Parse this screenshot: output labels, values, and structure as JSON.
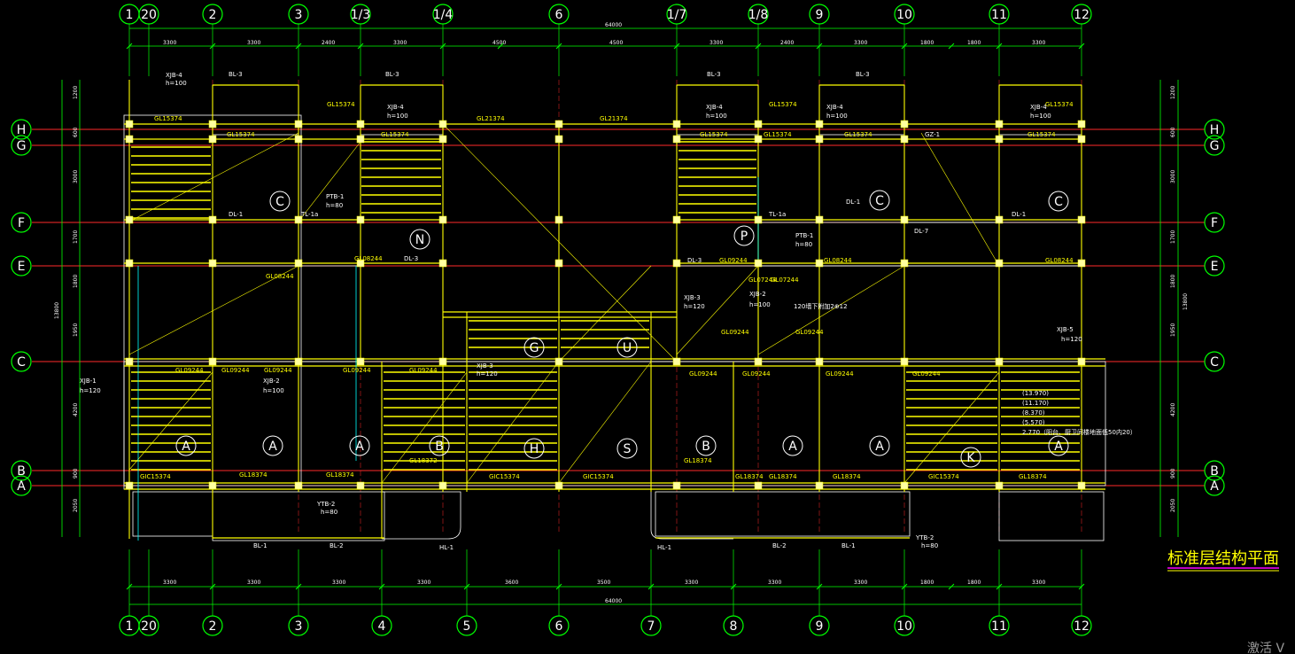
{
  "colors": {
    "grid": "#00ff00",
    "beam": "#ffff00",
    "axis_red": "#ff2a2a",
    "wall": "#ffffff",
    "cyan": "#00ffff",
    "bg": "#000000"
  },
  "top_axes": [
    {
      "label": "1"
    },
    {
      "label": "20"
    },
    {
      "label": "2"
    },
    {
      "label": "3"
    },
    {
      "label": "1/3"
    },
    {
      "label": "1/4"
    },
    {
      "label": "6"
    },
    {
      "label": "1/7"
    },
    {
      "label": "1/8"
    },
    {
      "label": "9"
    },
    {
      "label": "10"
    },
    {
      "label": "11"
    },
    {
      "label": "12"
    }
  ],
  "bottom_axes": [
    {
      "label": "1"
    },
    {
      "label": "20"
    },
    {
      "label": "2"
    },
    {
      "label": "3"
    },
    {
      "label": "4"
    },
    {
      "label": "5"
    },
    {
      "label": "6"
    },
    {
      "label": "7"
    },
    {
      "label": "8"
    },
    {
      "label": "9"
    },
    {
      "label": "10"
    },
    {
      "label": "11"
    },
    {
      "label": "12"
    }
  ],
  "row_axes": [
    {
      "label": "H"
    },
    {
      "label": "G"
    },
    {
      "label": "F"
    },
    {
      "label": "E"
    },
    {
      "label": "C"
    },
    {
      "label": "B"
    },
    {
      "label": "A"
    }
  ],
  "total_dim_top": "64000",
  "total_dim_bottom": "64000",
  "top_dims": [
    "3300",
    "3300",
    "2400",
    "3300",
    "4500",
    "4500",
    "3300",
    "2400",
    "3300",
    "1800",
    "1800",
    "3300"
  ],
  "bottom_dims": [
    "3300",
    "3300",
    "3300",
    "3300",
    "3600",
    "3500",
    "3300",
    "3300",
    "3300",
    "1800",
    "1800",
    "3300"
  ],
  "side_total_left": "13800",
  "side_total_right": "13800",
  "left_dims": [
    "1200",
    "600",
    "3000",
    "1700",
    "1800",
    "1950",
    "4200",
    "900",
    "2050"
  ],
  "right_dims": [
    "1200",
    "600",
    "3000",
    "1700",
    "1800",
    "1950",
    "4200",
    "900",
    "2050"
  ],
  "rooms": [
    {
      "label": "C"
    },
    {
      "label": "N"
    },
    {
      "label": "P"
    },
    {
      "label": "C"
    },
    {
      "label": "C"
    },
    {
      "label": "G"
    },
    {
      "label": "U"
    },
    {
      "label": "A"
    },
    {
      "label": "A"
    },
    {
      "label": "A"
    },
    {
      "label": "B"
    },
    {
      "label": "H"
    },
    {
      "label": "S"
    },
    {
      "label": "B"
    },
    {
      "label": "A"
    },
    {
      "label": "A"
    },
    {
      "label": "K"
    },
    {
      "label": "A"
    }
  ],
  "beam_labels": [
    {
      "text": "GL15374"
    },
    {
      "text": "GL15374"
    },
    {
      "text": "GL15374"
    },
    {
      "text": "GL15374"
    },
    {
      "text": "GL21374"
    },
    {
      "text": "GL21374"
    },
    {
      "text": "GL15374"
    },
    {
      "text": "GL15374"
    },
    {
      "text": "GL15374"
    },
    {
      "text": "GL15374"
    },
    {
      "text": "GL15374"
    },
    {
      "text": "GL15374"
    },
    {
      "text": "GL09244"
    },
    {
      "text": "GL09244"
    },
    {
      "text": "GL09244"
    },
    {
      "text": "GL09244"
    },
    {
      "text": "GL09244"
    },
    {
      "text": "GL09244"
    },
    {
      "text": "GL09244"
    },
    {
      "text": "GL09244"
    },
    {
      "text": "GL09244"
    },
    {
      "text": "GIC15374"
    },
    {
      "text": "GL18374"
    },
    {
      "text": "GL18374"
    },
    {
      "text": "GIC15374"
    },
    {
      "text": "GIC15374"
    },
    {
      "text": "GL18374"
    },
    {
      "text": "GL18374"
    },
    {
      "text": "GL18374"
    },
    {
      "text": "GIC15374"
    },
    {
      "text": "GL18374"
    },
    {
      "text": "GL18372"
    },
    {
      "text": "GL18374"
    },
    {
      "text": "GL08244"
    },
    {
      "text": "GL08244"
    },
    {
      "text": "GL09244"
    },
    {
      "text": "GL07244"
    },
    {
      "text": "GL07244"
    },
    {
      "text": "GL08244"
    },
    {
      "text": "GL08244"
    },
    {
      "text": "GL09244"
    },
    {
      "text": "GL09244"
    }
  ],
  "slab_labels": [
    {
      "text": "XJB-4"
    },
    {
      "text": "h=100"
    },
    {
      "text": "XJB-4"
    },
    {
      "text": "h=100"
    },
    {
      "text": "XJB-4"
    },
    {
      "text": "h=100"
    },
    {
      "text": "XJB-4"
    },
    {
      "text": "h=100"
    },
    {
      "text": "XJB-4"
    },
    {
      "text": "h=100"
    },
    {
      "text": "XJB-1"
    },
    {
      "text": "h=120"
    },
    {
      "text": "XJB-2"
    },
    {
      "text": "h=100"
    },
    {
      "text": "XJB-3"
    },
    {
      "text": "h=120"
    },
    {
      "text": "XJB-3"
    },
    {
      "text": "h=120"
    },
    {
      "text": "XJB-2"
    },
    {
      "text": "h=100"
    },
    {
      "text": "XJB-5"
    },
    {
      "text": "h=120"
    },
    {
      "text": "PTB-1"
    },
    {
      "text": "h=80"
    },
    {
      "text": "PTB-1"
    },
    {
      "text": "h=80"
    },
    {
      "text": "YTB-2"
    },
    {
      "text": "h=80"
    },
    {
      "text": "YTB-2"
    },
    {
      "text": "h=80"
    }
  ],
  "misc_labels": [
    {
      "text": "BL-3"
    },
    {
      "text": "BL-3"
    },
    {
      "text": "BL-3"
    },
    {
      "text": "BL-3"
    },
    {
      "text": "BL-1"
    },
    {
      "text": "BL-2"
    },
    {
      "text": "HL-1"
    },
    {
      "text": "HL-1"
    },
    {
      "text": "BL-2"
    },
    {
      "text": "BL-1"
    },
    {
      "text": "DL-1"
    },
    {
      "text": "DL-1"
    },
    {
      "text": "DL-1"
    },
    {
      "text": "DL-3"
    },
    {
      "text": "DL-3"
    },
    {
      "text": "DL-7"
    },
    {
      "text": "TL-1a"
    },
    {
      "text": "TL-1a"
    },
    {
      "text": "GZ-1"
    },
    {
      "text": "120墙下附加2⊕12"
    },
    {
      "text": "(13.970)"
    },
    {
      "text": "(11.170)"
    },
    {
      "text": "(8.370)"
    },
    {
      "text": "(5.570)"
    },
    {
      "text": "2.770（阳台、厨卫间楼地面低50内20）"
    }
  ],
  "title": "标准层结构平面",
  "corner_text": "激活 V"
}
